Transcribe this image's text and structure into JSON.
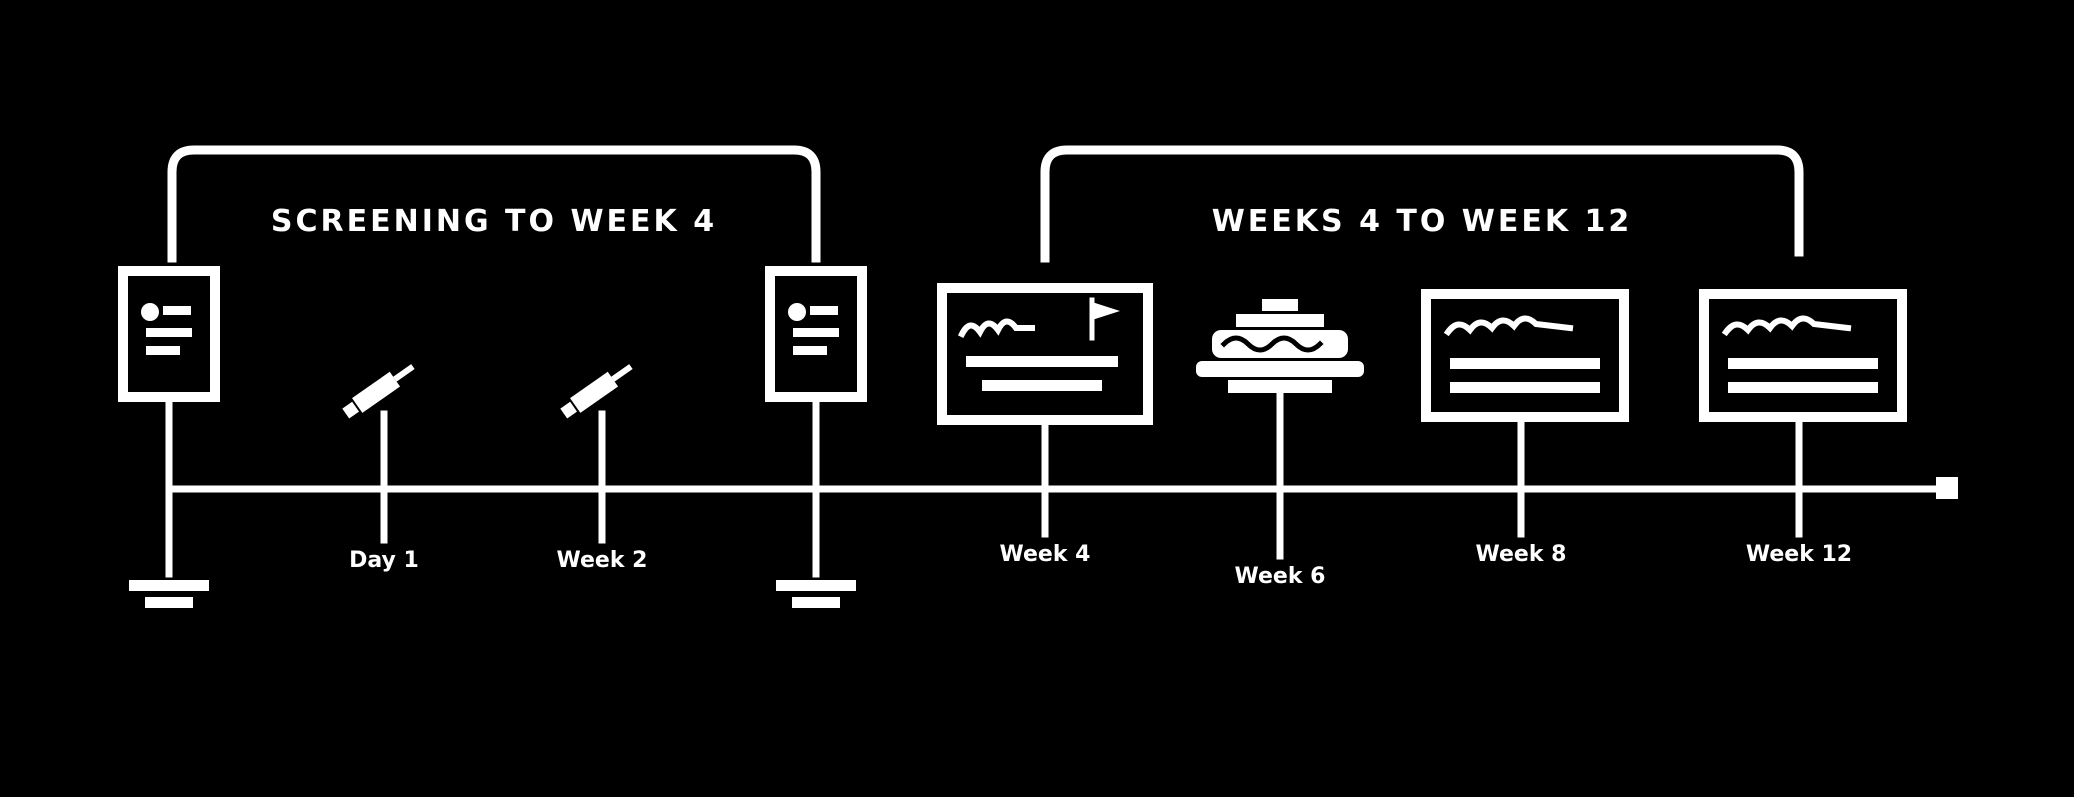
{
  "colors": {
    "background": "#000000",
    "foreground": "#ffffff"
  },
  "brackets": [
    {
      "label": "SCREENING TO WEEK 4"
    },
    {
      "label": "WEEKS 4 TO WEEK 12"
    }
  ],
  "timeline": {
    "direction": "right",
    "arrow": "filled-square-arrowhead"
  },
  "icons": {
    "tick1": "phone-visit-icon",
    "tick2": "injection-icon",
    "tick3": "injection-icon",
    "tick4": "phone-visit-icon",
    "tick5": "assessment-card-icon",
    "tick6": "imaging-device-icon",
    "tick7": "report-card-icon",
    "tick8": "report-card-icon",
    "tick1_bottom": "ground-marker-icon",
    "tick4_bottom": "ground-marker-icon"
  },
  "ticks": [
    {
      "bottom_label": ""
    },
    {
      "bottom_label": "Day 1"
    },
    {
      "bottom_label": "Week 2"
    },
    {
      "bottom_label": ""
    },
    {
      "bottom_label": "Week 4"
    },
    {
      "bottom_label": "Week 6"
    },
    {
      "bottom_label": "Week 8"
    },
    {
      "bottom_label": "Week 12"
    }
  ]
}
